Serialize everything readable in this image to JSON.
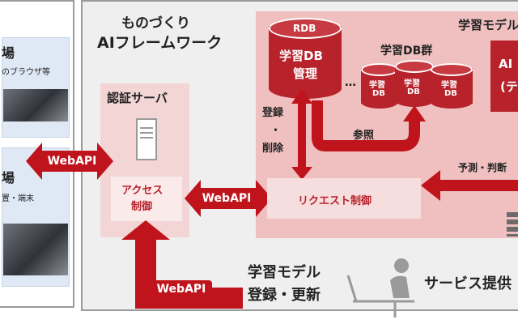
{
  "left": {
    "title1": "場",
    "subtitle1": "のブラウザ等",
    "title2": "場",
    "subtitle2": "置・端末"
  },
  "framework": {
    "title_line1": "ものづくり",
    "title_line2": "AIフレームワーク"
  },
  "auth_server": {
    "title": "認証サーバ"
  },
  "access_control": {
    "line1": "アクセス",
    "line2": "制御"
  },
  "rdb": {
    "label": "RDB",
    "line1": "学習DB",
    "line2": "管理"
  },
  "db_group": {
    "title": "学習DB群",
    "ellipsis": "…",
    "cylinders": [
      {
        "line1": "学習",
        "line2": "DB"
      },
      {
        "line1": "学習",
        "line2": "DB"
      },
      {
        "line1": "学習",
        "line2": "DB"
      }
    ]
  },
  "model_area": {
    "title": "学習モデル"
  },
  "right_box": {
    "line1": "AI",
    "line2": "(テ"
  },
  "labels": {
    "register_delete_1": "登録",
    "register_delete_2": "・",
    "register_delete_3": "削除",
    "reference": "参照",
    "predict": "予測・判断"
  },
  "request_control": {
    "label": "リクエスト制御"
  },
  "webapi": {
    "left": "WebAPI",
    "middle": "WebAPI",
    "bottom": "WebAPI"
  },
  "bottom": {
    "model_line1": "学習モデル",
    "model_line2": "登録・更新",
    "service": "サービス提供"
  },
  "colors": {
    "accent": "#b7222b",
    "panel_bg": "#efefef",
    "left_bg": "#dfe9f5"
  }
}
